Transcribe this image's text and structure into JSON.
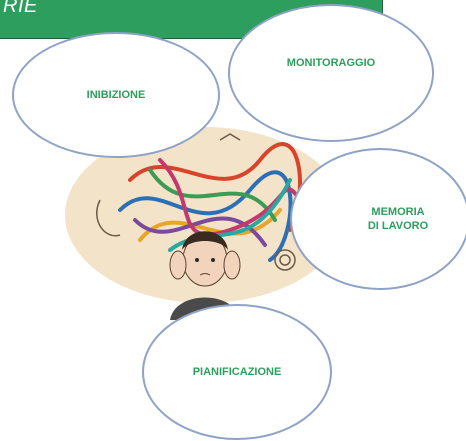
{
  "banner": {
    "text": "RIE"
  },
  "bubbles": {
    "inibizione": "INIBIZIONE",
    "monitoraggio": "MONITORAGGIO",
    "memoria": "MEMORIA\nDI LAVORO",
    "pianificazione": "PIANIFICAZIONE"
  },
  "colors": {
    "banner_green": "#2e9e5e",
    "label_green": "#2e9e5e",
    "bubble_border": "#8ea3c6"
  },
  "illustration": {
    "icon": "tangled-thoughts-person-illustration"
  }
}
